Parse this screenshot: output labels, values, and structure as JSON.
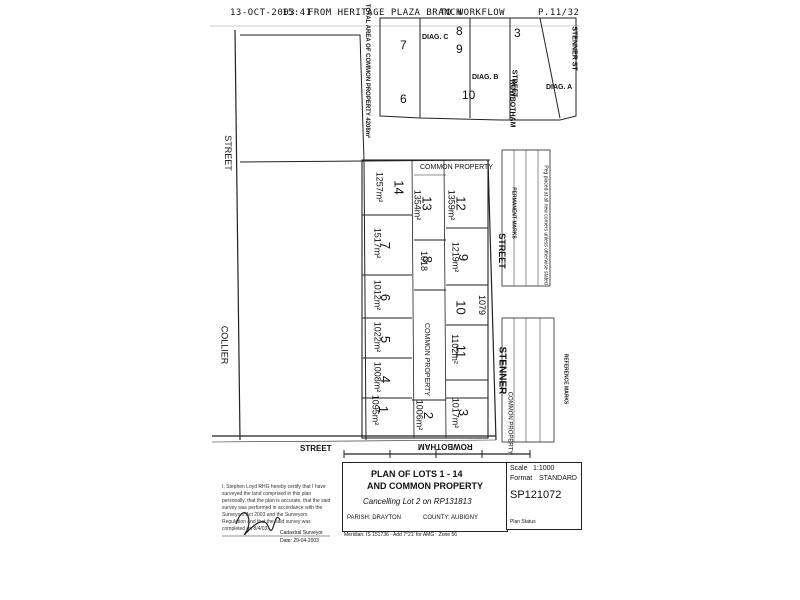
{
  "fax_header": {
    "date": "13-OCT-2003",
    "time": "15:41",
    "from": "FROM HERITAGE PLAZA BRANCH",
    "to": "TO WORKFLOW",
    "page": "P.11/32"
  },
  "plan": {
    "title_line1": "PLAN OF LOTS 1 - 14",
    "title_line2": "AND COMMON PROPERTY",
    "cancelling": "Cancelling Lot 2 on RP131813",
    "parish_label": "PARISH: DRAYTON",
    "county_label": "COUNTY: AUBIGNY",
    "locality_line": "Meridian: IS 151736 · Add 7°21' for AMG · Zone 56",
    "scale_label": "Scale",
    "scale_value": "1:1000",
    "format_label": "Format",
    "format_value": "STANDARD",
    "plan_number": "SP121072",
    "plan_status": "Plan Status"
  },
  "streets": {
    "collier": "COLLIER",
    "collier_street": "STREET",
    "stenner": "STENNER",
    "stenner_street": "STREET",
    "rowbotham": "ROWBOTHAM",
    "rowbotham_street": "STREET",
    "rowbotham_st2": "ROWBOTHAM",
    "rowbotham_st2_street": "STREET",
    "stenner_st": "STENNER ST"
  },
  "lots": [
    {
      "num": "1",
      "area": "1095m²"
    },
    {
      "num": "2",
      "area": "1006m²"
    },
    {
      "num": "3",
      "area": "1017m²"
    },
    {
      "num": "4",
      "area": "1008m²"
    },
    {
      "num": "5",
      "area": "1022m²"
    },
    {
      "num": "6",
      "area": "1012m²"
    },
    {
      "num": "7",
      "area": "1517m²"
    },
    {
      "num": "8",
      "area": "1018"
    },
    {
      "num": "9",
      "area": "1219m²"
    },
    {
      "num": "10",
      "area": "1079"
    },
    {
      "num": "11",
      "area": "1102m²"
    },
    {
      "num": "12",
      "area": "1359m²"
    },
    {
      "num": "13",
      "area": "1354m²"
    },
    {
      "num": "14",
      "area": "1257m²"
    }
  ],
  "common_property": [
    "COMMON PROPERTY",
    "COMMON PROPERTY",
    "COMMON PROPERTY"
  ],
  "diagrams": {
    "diag_a": "DIAG. A",
    "diag_b": "DIAG. B",
    "diag_c": "DIAG. C",
    "total_area": "TOTAL AREA OF COMMON PROPERTY 4208m²",
    "diag_lots": [
      "6",
      "7",
      "8",
      "9",
      "10",
      "3"
    ]
  },
  "tables": {
    "permanent_marks": "PERMANENT MARKS",
    "peg_note": "Peg placed at all new corners unless otherwise stated",
    "reference_marks": "REFERENCE MARKS"
  },
  "certificate": {
    "text": "I, Stephen Loyd RHG hereby certify that I have surveyed the land comprised in this plan personally, that the plan is accurate, that the said survey was performed in accordance with the Surveyors Act 2003 and the Surveyors Regulation and that the said survey was completed on 8/4/03.",
    "role": "Cadastral Surveyor",
    "date": "Date: 29-04-2003"
  }
}
